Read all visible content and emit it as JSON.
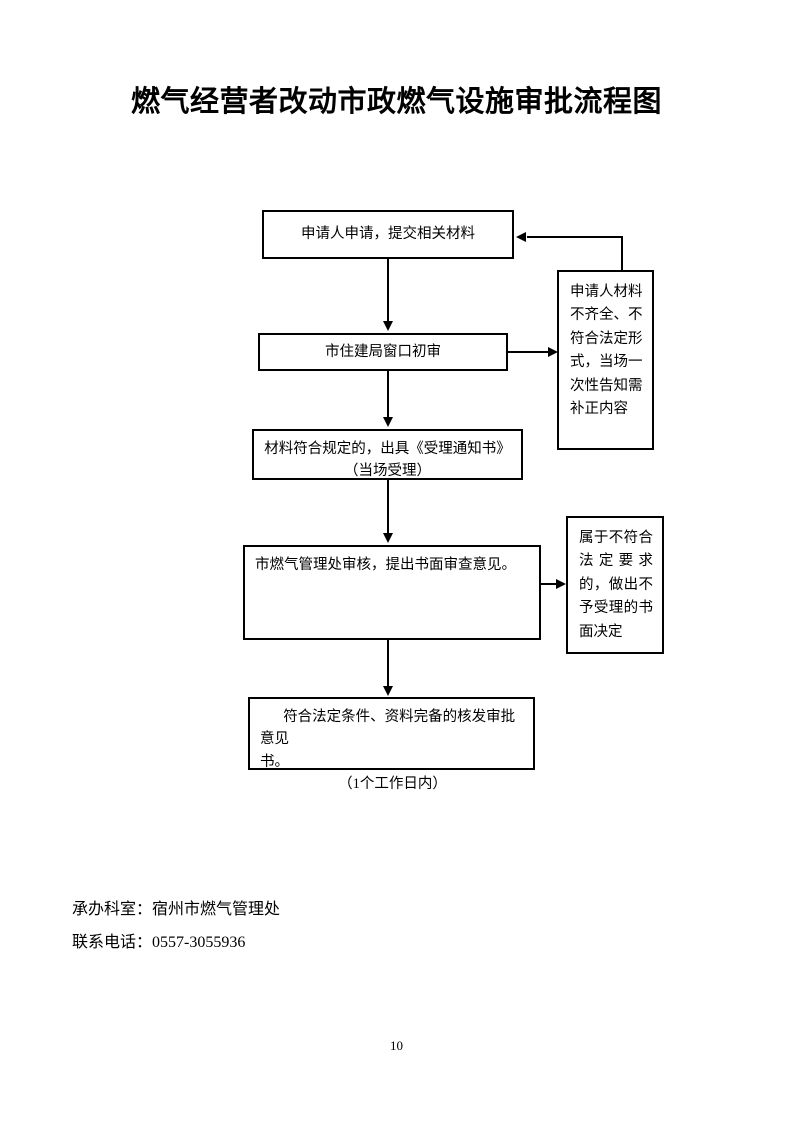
{
  "document": {
    "title": "燃气经营者改动市政燃气设施审批流程图",
    "page_number": "10"
  },
  "flowchart": {
    "nodes": [
      {
        "id": "apply",
        "name": "applicant-submit-box",
        "text": "申请人申请，提交相关材料"
      },
      {
        "id": "window-review",
        "name": "window-preliminary-review-box",
        "text": "市住建局窗口初审"
      },
      {
        "id": "accept-notice",
        "name": "acceptance-notice-box",
        "line1": "材料符合规定的，出具《受理通知书》",
        "line2": "（当场受理）"
      },
      {
        "id": "gas-office-review",
        "name": "gas-office-review-box",
        "text": "市燃气管理处审核，提出书面审查意见。"
      },
      {
        "id": "approval-issue",
        "name": "approval-opinion-box",
        "line1": "符合法定条件、资料完备的核发审批意见",
        "line2": "书。",
        "line3": "（1个工作日内）"
      },
      {
        "id": "incomplete-materials",
        "name": "incomplete-materials-box",
        "text": "申请人材料不齐全、不符合法定形式，当场一次性告知需补正内容"
      },
      {
        "id": "reject-decision",
        "name": "rejection-decision-box",
        "text": "属于不符合法定要求的，做出不予受理的书面决定"
      }
    ],
    "connectors": [
      {
        "id": "c1",
        "name": "connector-apply-to-window",
        "kind": "arrow-down"
      },
      {
        "id": "c2",
        "name": "connector-window-to-accept",
        "kind": "arrow-down"
      },
      {
        "id": "c3",
        "name": "connector-accept-to-gasoffice",
        "kind": "arrow-down"
      },
      {
        "id": "c4",
        "name": "connector-gasoffice-to-approval",
        "kind": "arrow-down"
      },
      {
        "id": "c5",
        "name": "connector-window-to-incomplete",
        "kind": "arrow-right"
      },
      {
        "id": "c6",
        "name": "connector-gasoffice-to-reject",
        "kind": "arrow-right"
      },
      {
        "id": "c7",
        "name": "connector-incomplete-back-to-apply",
        "kind": "elbow-arrow-left"
      }
    ]
  },
  "footer": {
    "department_line": "承办科室：宿州市燃气管理处",
    "phone_line": "联系电话：0557-3055936"
  }
}
